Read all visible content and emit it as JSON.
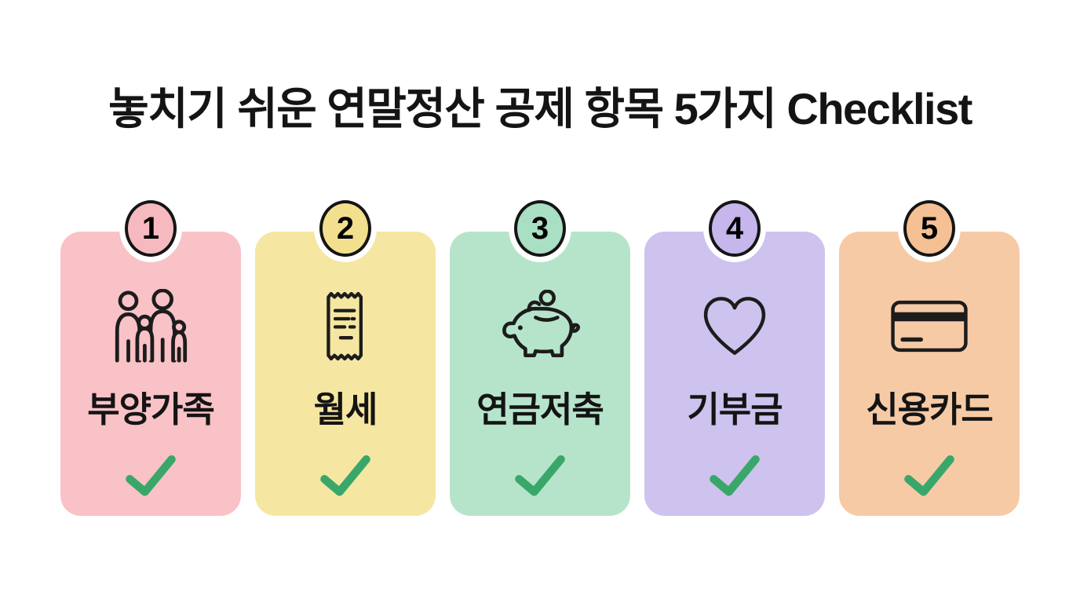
{
  "title": "놓치기 쉬운 연말정산 공제 항목 5가지 Checklist",
  "colors": {
    "background": "#ffffff",
    "title": "#141414",
    "icon_stroke": "#1c1c1c",
    "check_green": "#39a76a",
    "badge_border": "#151515",
    "badge_ring": "#ffffff"
  },
  "check_icon": "check-icon",
  "cards": [
    {
      "number": "1",
      "label": "부양가족",
      "icon": "family-icon",
      "bg": "#f9c2c6",
      "circle_bg": "#f7b9c0"
    },
    {
      "number": "2",
      "label": "월세",
      "icon": "receipt-icon",
      "bg": "#f5e6a1",
      "circle_bg": "#f3e08e"
    },
    {
      "number": "3",
      "label": "연금저축",
      "icon": "piggy-bank-icon",
      "bg": "#b6e4cb",
      "circle_bg": "#a9dfc3"
    },
    {
      "number": "4",
      "label": "기부금",
      "icon": "heart-icon",
      "bg": "#cec2ee",
      "circle_bg": "#c6b6ec"
    },
    {
      "number": "5",
      "label": "신용카드",
      "icon": "credit-card-icon",
      "bg": "#f7caa6",
      "circle_bg": "#f5c094"
    }
  ]
}
